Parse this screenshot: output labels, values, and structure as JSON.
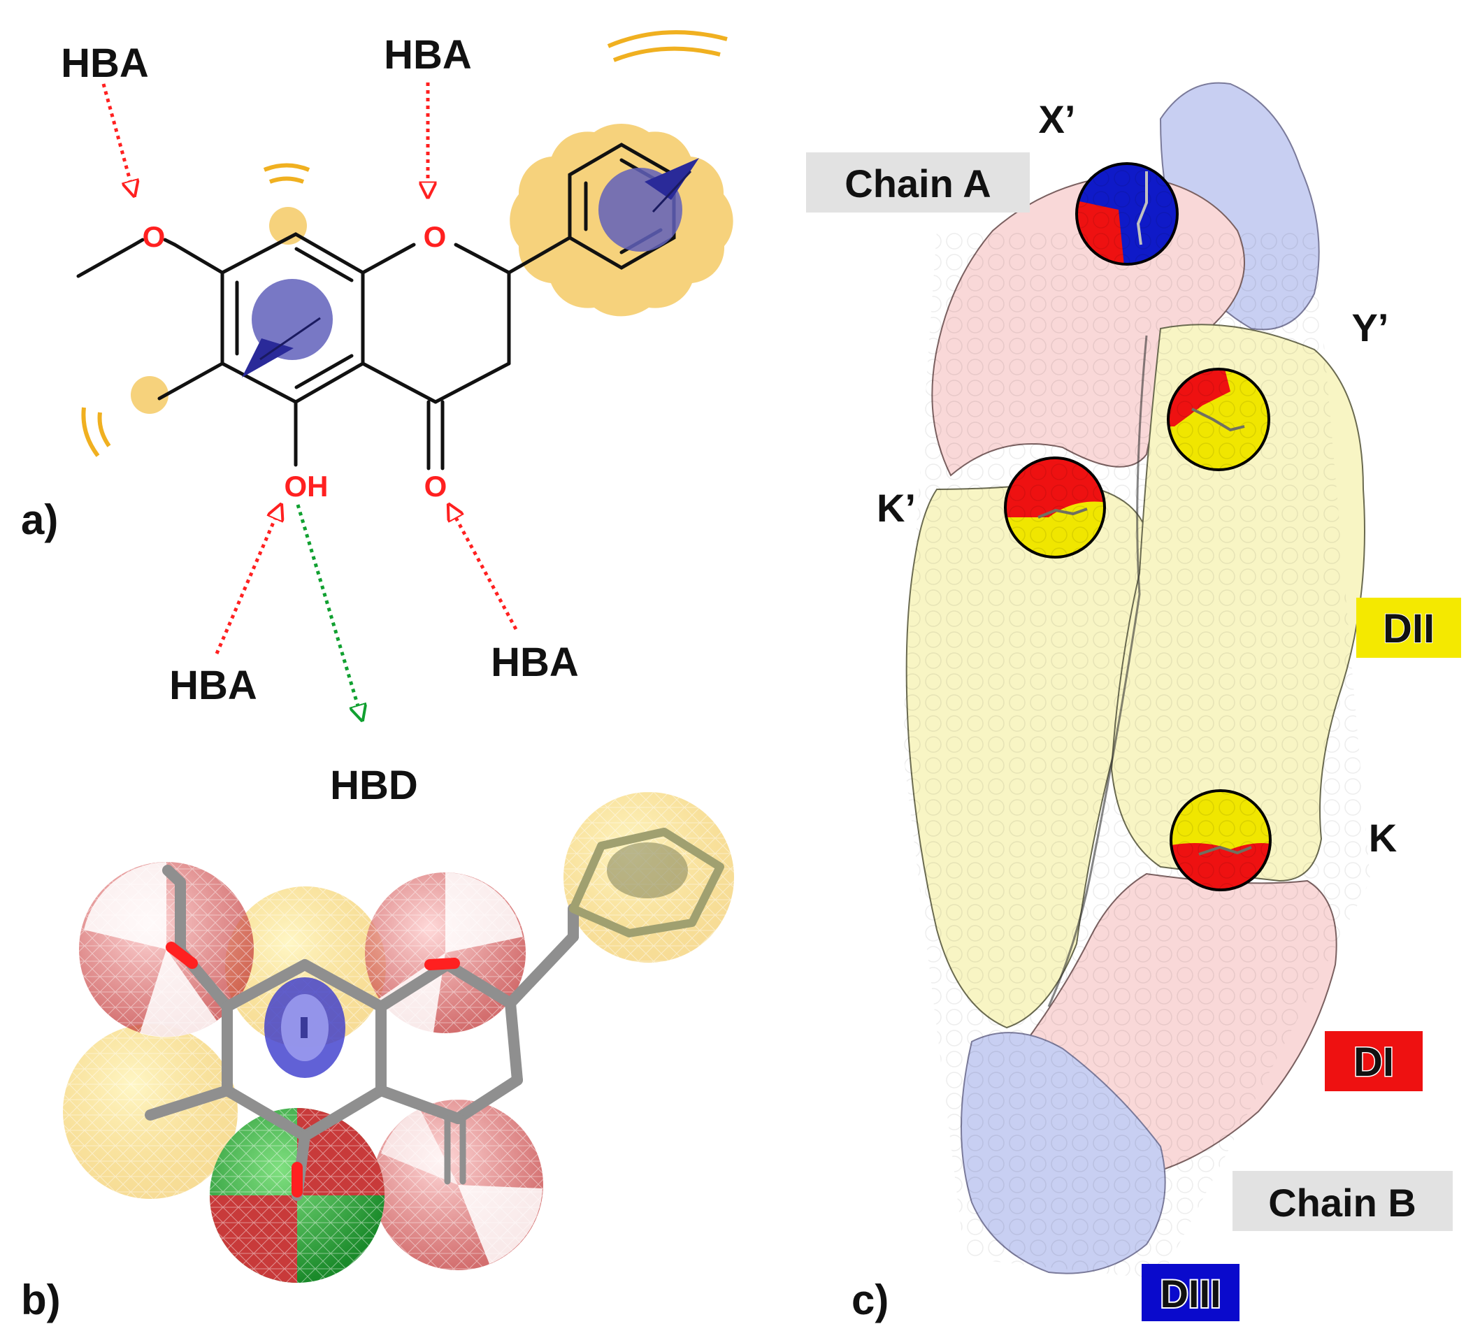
{
  "panels": {
    "a": {
      "label": "a)",
      "atoms": {
        "ether_o": "O",
        "ring_o": "O",
        "hydroxyl": "OH",
        "carbonyl_o": "O"
      },
      "features": {
        "hba_top_left": "HBA",
        "hba_top_mid": "HBA",
        "hba_bottom_left": "HBA",
        "hbd_bottom": "HBD",
        "hba_bottom_right": "HBA"
      }
    },
    "b": {
      "label": "b)"
    },
    "c": {
      "label": "c)",
      "chains": {
        "a": "Chain A",
        "b": "Chain B"
      },
      "sites": {
        "x_prime": "X’",
        "y_prime": "Y’",
        "k_prime": "K’",
        "k": "K"
      },
      "domains": {
        "d1": "DI",
        "d2": "DII",
        "d3": "DIII"
      }
    }
  },
  "colors": {
    "hba": "#ff2020",
    "hbd": "#10a030",
    "hydrophobic": "#f2c24a",
    "aromatic": "#5656b8",
    "domain_I": "#ee1111",
    "domain_II": "#f4e900",
    "domain_III": "#0a0acc",
    "chain_label_bg": "#e2e2e2"
  }
}
